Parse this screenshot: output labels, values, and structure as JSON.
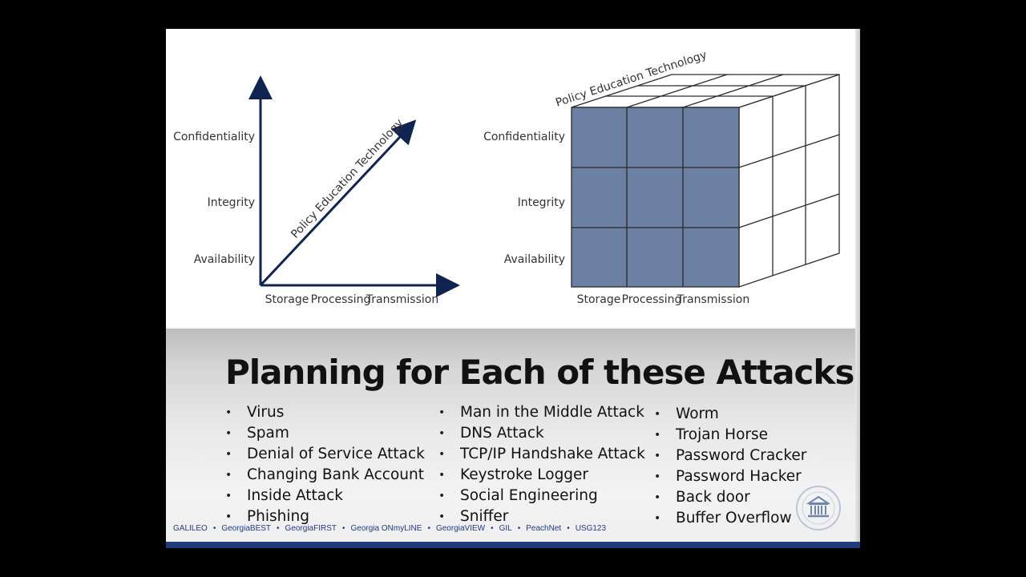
{
  "diagram_left": {
    "y_labels": [
      "Confidentiality",
      "Integrity",
      "Availability"
    ],
    "x_labels": [
      "Storage",
      "Processing",
      "Transmission"
    ],
    "diagonal_label": "Policy Education Technology"
  },
  "diagram_right": {
    "y_labels": [
      "Confidentiality",
      "Integrity",
      "Availability"
    ],
    "x_labels": [
      "Storage",
      "Processing",
      "Transmission"
    ],
    "top_label": "Policy Education Technology",
    "front_face_color": "#6b80a3"
  },
  "slide": {
    "title": "Planning for Each of these Attacks?"
  },
  "attacks": {
    "column1": [
      {
        "label": "Virus"
      },
      {
        "label": "Spam"
      },
      {
        "label": "Denial of Service Attack"
      },
      {
        "label": "Changing Bank Account"
      },
      {
        "label": "Inside Attack"
      },
      {
        "label": "Phishing"
      }
    ],
    "column2": [
      {
        "label": "Man in the Middle Attack"
      },
      {
        "label": "DNS Attack"
      },
      {
        "label": "TCP/IP Handshake Attack"
      },
      {
        "label": "Keystroke Logger"
      },
      {
        "label": "Social Engineering"
      },
      {
        "label": "Sniffer"
      }
    ],
    "column3": [
      {
        "label": "Worm"
      },
      {
        "label": "Trojan Horse"
      },
      {
        "label": "Password Cracker"
      },
      {
        "label": "Password Hacker"
      },
      {
        "label": "Back door"
      },
      {
        "label": "Buffer Overflow"
      }
    ]
  },
  "footer": {
    "links": [
      "GALILEO",
      "GeorgiaBEST",
      "GeorgiaFIRST",
      "Georgia ONmyLINE",
      "GeorgiaVIEW",
      "GIL",
      "PeachNet",
      "USG123"
    ],
    "separator": "•",
    "link_color": "#1f3a8c"
  },
  "seal": {
    "icon": "university-seal-icon"
  }
}
